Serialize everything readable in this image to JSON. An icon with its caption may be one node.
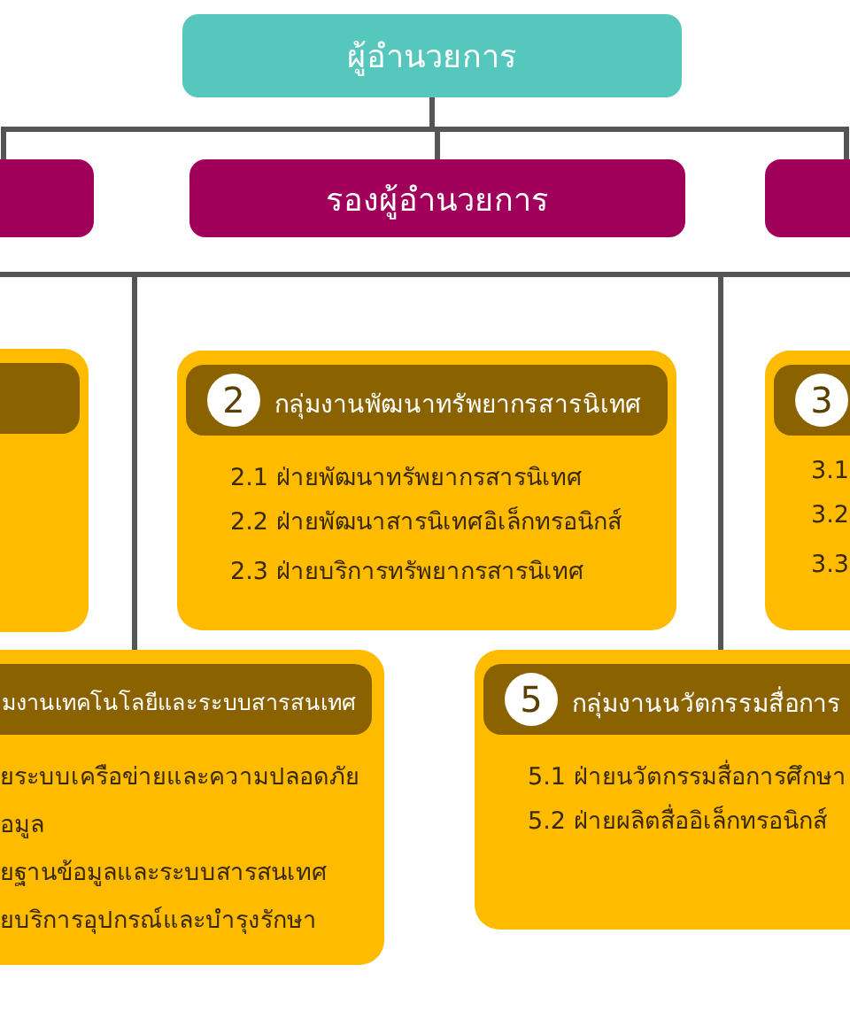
{
  "diagram": {
    "nodes": [
      {
        "text": [
          "ผู้อำนวยการ"
        ]
      },
      {
        "text": [],
        "shape": "box"
      },
      {
        "text": [
          "รองผู้อำนวยการ"
        ]
      },
      {
        "text": [],
        "shape": "box"
      },
      {
        "text": [],
        "shape": "box"
      },
      {
        "text": [
          "2",
          "กลุ่มงานพัฒนาทรัพยากรสารนิเทศ",
          "2.1 ฝ่ายพัฒนาทรัพยากรสารนิเทศ",
          "2.2 ฝ่ายพัฒนาสารนิเทศอิเล็กทรอนิกส์",
          "2.3 ฝ่ายบริการทรัพยากรสารนิเทศ"
        ]
      },
      {
        "text": [
          "3",
          "3.1",
          "3.2",
          "3.3"
        ]
      },
      {
        "text": [
          "มงานเทคโนโลยีและระบบสารสนเทศ",
          "ยระบบเครือข่ายและความปลอดภัย",
          "อมูล",
          "ยฐานข้อมูลและระบบสารสนเทศ",
          "ยบริการอุปกรณ์และบำรุงรักษา"
        ]
      },
      {
        "text": [
          "5",
          "กลุ่มงานนวัตกรรมสื่อการ",
          "5.1 ฝ่ายนวัตกรรมสื่อการศึกษา",
          "5.2 ฝ่ายผลิตสื่ออิเล็กทรอนิกส์"
        ]
      }
    ],
    "edges": [
      {
        "from": 0,
        "to": 1,
        "arrow": "none"
      },
      {
        "from": 0,
        "to": 2,
        "arrow": "none"
      },
      {
        "from": 0,
        "to": 3,
        "arrow": "none"
      },
      {
        "from": null,
        "to": 7,
        "arrow": "none"
      },
      {
        "from": null,
        "to": 8,
        "arrow": "none"
      }
    ]
  }
}
